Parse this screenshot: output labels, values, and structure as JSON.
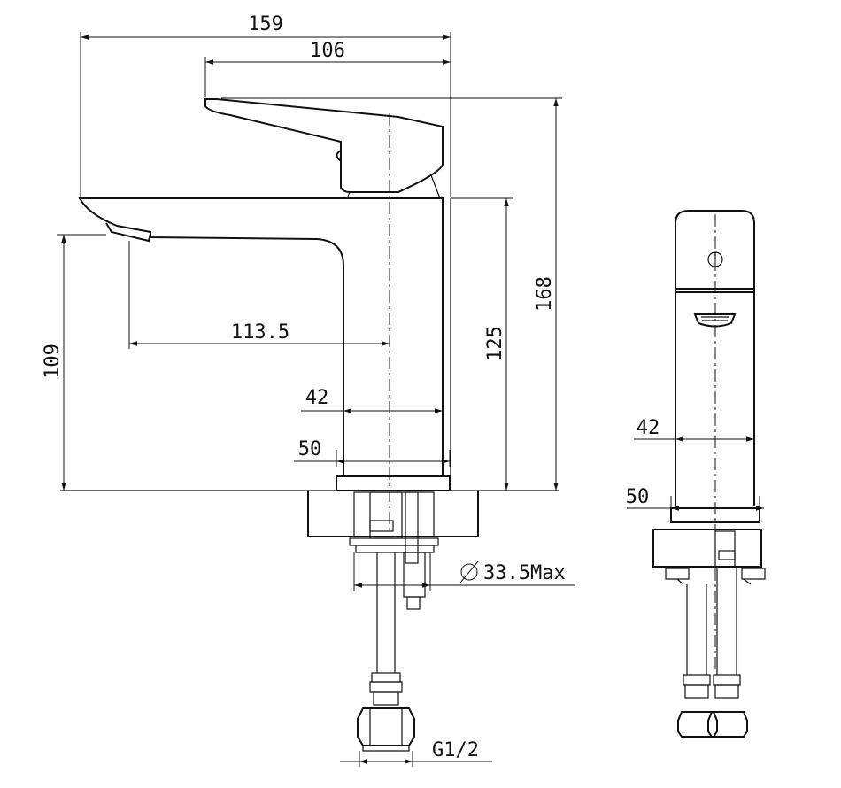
{
  "dimensions": {
    "overall_width": "159",
    "lever_length": "106",
    "overall_height": "168",
    "spout_height": "125",
    "spout_clearance": "109",
    "spout_reach": "113.5",
    "body_width_side": "42",
    "base_width_side": "50",
    "body_width_front": "42",
    "base_width_front": "50",
    "hole_diameter": "33.5Max",
    "connection_thread": "G1/2"
  },
  "colors": {
    "line": "#111111",
    "background": "#ffffff"
  }
}
